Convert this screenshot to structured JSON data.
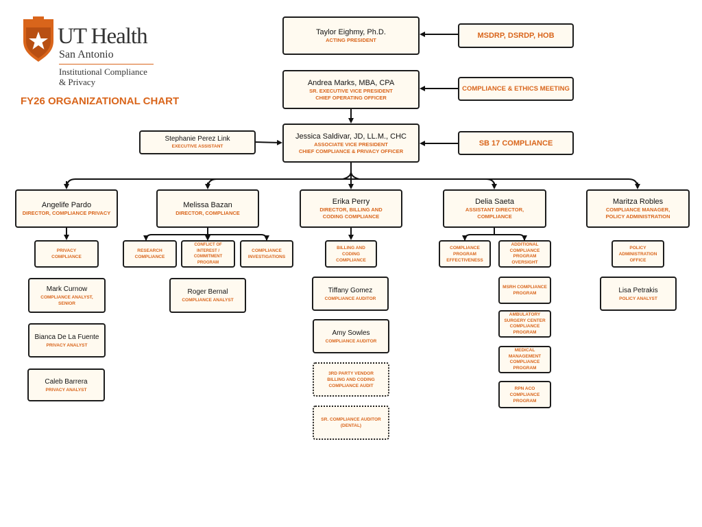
{
  "header": {
    "logo_main": "UT Health",
    "logo_sub": "San Antonio",
    "logo_dept_line1": "Institutional Compliance",
    "logo_dept_line2": "& Privacy",
    "chart_title": "FY26 ORGANIZATIONAL CHART"
  },
  "colors": {
    "accent": "#d9651b",
    "box_fill": "#fffaf0",
    "border": "#1c1c1c"
  },
  "top": {
    "president": {
      "name": "Taylor Eighmy, Ph.D.",
      "role": "ACTING PRESIDENT"
    },
    "coo": {
      "name": "Andrea Marks, MBA, CPA",
      "role1": "SR. EXECUTIVE VICE PRESIDENT",
      "role2": "CHIEF OPERATING OFFICER"
    },
    "avp": {
      "name": "Jessica Saldivar, JD, LL.M., CHC",
      "role1": "ASSOCIATE VICE PRESIDENT",
      "role2": "CHIEF COMPLIANCE & PRIVACY OFFICER"
    },
    "assistant": {
      "name": "Stephanie Perez Link",
      "role": "EXECUTIVE ASSISTANT"
    }
  },
  "side_boxes": {
    "msdrp": "MSDRP, DSRDP, HOB",
    "meeting": "COMPLIANCE & ETHICS MEETING",
    "sb17": "SB 17 COMPLIANCE"
  },
  "directors": {
    "pardo": {
      "name": "Angelife Pardo",
      "role1": "DIRECTOR, COMPLIANCE PRIVACY",
      "role2": ""
    },
    "bazan": {
      "name": "Melissa Bazan",
      "role1": "DIRECTOR, COMPLIANCE",
      "role2": ""
    },
    "perry": {
      "name": "Erika Perry",
      "role1": "DIRECTOR, BILLING AND",
      "role2": "CODING COMPLIANCE"
    },
    "saeta": {
      "name": "Delia Saeta",
      "role1": "ASSISTANT DIRECTOR,",
      "role2": "COMPLIANCE"
    },
    "robles": {
      "name": "Maritza Robles",
      "role1": "COMPLIANCE MANAGER,",
      "role2": "POLICY ADMINISTRATION"
    }
  },
  "units": {
    "privacy": "PRIVACY COMPLIANCE",
    "research": "RESEARCH COMPLIANCE",
    "coi": "CONFLICT OF INTEREST / COMMITMENT PROGRAM",
    "investigations": "COMPLIANCE INVESTIGATIONS",
    "billing": "BILLING AND CODING COMPLIANCE",
    "effectiveness": "COMPLIANCE PROGRAM EFFECTIVENESS",
    "additional": "ADDITIONAL COMPLIANCE PROGRAM OVERSIGHT",
    "msrh": "MSRH COMPLIANCE PROGRAM",
    "ambulatory": "AMBULATORY SURGERY CENTER COMPLIANCE PROGRAM",
    "medical": "MEDICAL MANAGEMENT COMPLIANCE PROGRAM",
    "rpn": "RPN ACO COMPLIANCE PROGRAM",
    "policy_office": "POLICY ADMINISTRATION OFFICE",
    "vendor_audit": "3RD PARTY VENDOR BILLING AND CODING COMPLIANCE AUDIT",
    "sr_auditor": "SR. COMPLIANCE AUDITOR (DENTAL)"
  },
  "staff": {
    "curnow": {
      "name": "Mark Curnow",
      "role": "COMPLIANCE ANALYST, SENIOR"
    },
    "delafuente": {
      "name": "Bianca De La Fuente",
      "role": "PRIVACY ANALYST"
    },
    "barrera": {
      "name": "Caleb Barrera",
      "role": "PRIVACY ANALYST"
    },
    "bernal": {
      "name": "Roger Bernal",
      "role": "COMPLIANCE ANALYST"
    },
    "gomez": {
      "name": "Tiffany Gomez",
      "role": "COMPLIANCE AUDITOR"
    },
    "sowles": {
      "name": "Amy Sowles",
      "role": "COMPLIANCE AUDITOR"
    },
    "petrakis": {
      "name": "Lisa Petrakis",
      "role": "POLICY ANALYST"
    }
  }
}
